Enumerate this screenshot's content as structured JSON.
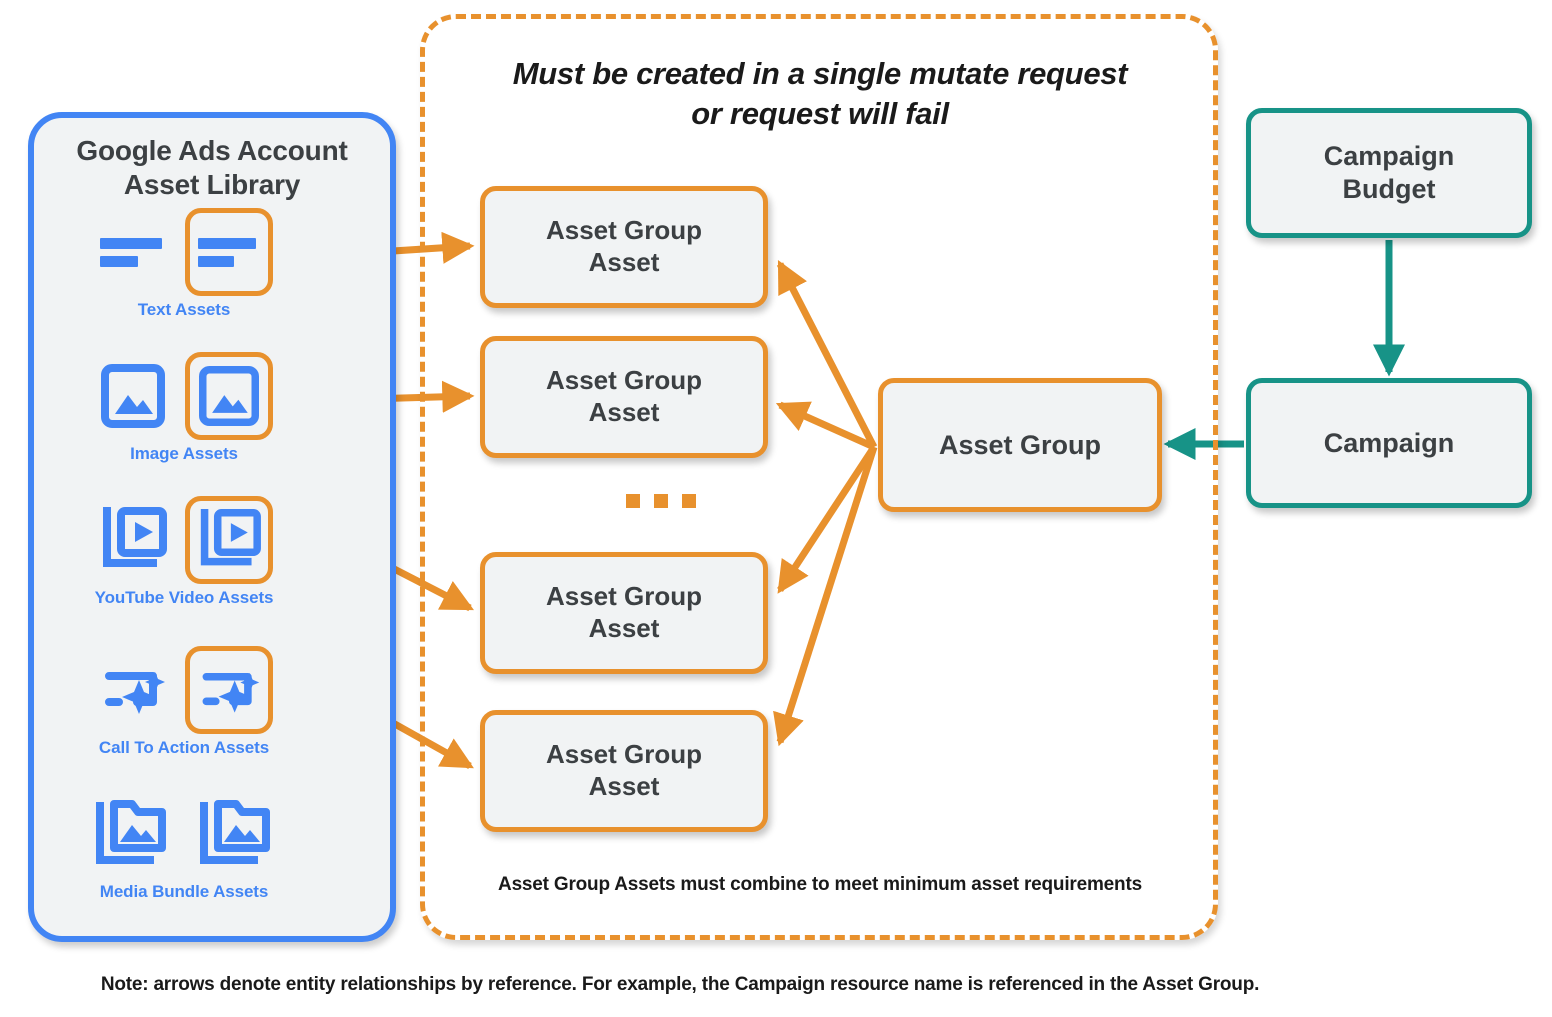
{
  "colors": {
    "blue": "#4285f4",
    "orange": "#e8912d",
    "teal": "#179387",
    "node_fill": "#f1f3f4",
    "text_dark": "#3c4043"
  },
  "sidebar": {
    "title": "Google Ads Account\nAsset Library",
    "title_line1": "Google Ads Account",
    "title_line2": "Asset Library",
    "asset_types": [
      {
        "id": "text",
        "label": "Text Assets",
        "icon": "text-lines-icon",
        "boxed": true
      },
      {
        "id": "image",
        "label": "Image Assets",
        "icon": "image-icon",
        "boxed": true
      },
      {
        "id": "youtube",
        "label": "YouTube Video  Assets",
        "icon": "video-stack-icon",
        "boxed": true
      },
      {
        "id": "cta",
        "label": "Call To Action Assets",
        "icon": "cta-sparkle-icon",
        "boxed": true
      },
      {
        "id": "media-bundle",
        "label": "Media Bundle  Assets",
        "icon": "media-bundle-icon",
        "boxed": false
      }
    ]
  },
  "mutate_container": {
    "heading_line1": "Must be created in a single mutate request",
    "heading_line2": "or request will fail",
    "footnote": "Asset Group Assets must combine to meet minimum asset requirements",
    "border_style": "dashed"
  },
  "nodes": {
    "asset_group_assets": [
      {
        "id": "aga-1",
        "label": "Asset Group\nAsset",
        "line1": "Asset Group",
        "line2": "Asset"
      },
      {
        "id": "aga-2",
        "label": "Asset Group\nAsset",
        "line1": "Asset Group",
        "line2": "Asset"
      },
      {
        "id": "aga-3",
        "label": "Asset Group\nAsset",
        "line1": "Asset Group",
        "line2": "Asset"
      },
      {
        "id": "aga-4",
        "label": "Asset Group\nAsset",
        "line1": "Asset Group",
        "line2": "Asset"
      }
    ],
    "asset_group": {
      "label": "Asset Group"
    },
    "campaign_budget": {
      "line1": "Campaign",
      "line2": "Budget"
    },
    "campaign": {
      "label": "Campaign"
    }
  },
  "ellipsis": {
    "dots": 3,
    "meaning": "more asset group assets"
  },
  "note": "Note: arrows denote entity relationships by reference. For example, the Campaign resource name is referenced in the Asset Group.",
  "arrows": [
    {
      "from": "text-assets-icon",
      "to": "aga-1",
      "color": "#e8912d"
    },
    {
      "from": "image-assets-icon",
      "to": "aga-2",
      "color": "#e8912d"
    },
    {
      "from": "youtube-assets-icon",
      "to": "aga-3",
      "color": "#e8912d"
    },
    {
      "from": "cta-assets-icon",
      "to": "aga-4",
      "color": "#e8912d"
    },
    {
      "from": "asset-group",
      "to": "aga-1",
      "color": "#e8912d"
    },
    {
      "from": "asset-group",
      "to": "aga-2",
      "color": "#e8912d"
    },
    {
      "from": "asset-group",
      "to": "aga-3",
      "color": "#e8912d"
    },
    {
      "from": "asset-group",
      "to": "aga-4",
      "color": "#e8912d"
    },
    {
      "from": "campaign-budget",
      "to": "campaign",
      "color": "#179387"
    },
    {
      "from": "campaign",
      "to": "asset-group",
      "color": "#179387"
    }
  ]
}
